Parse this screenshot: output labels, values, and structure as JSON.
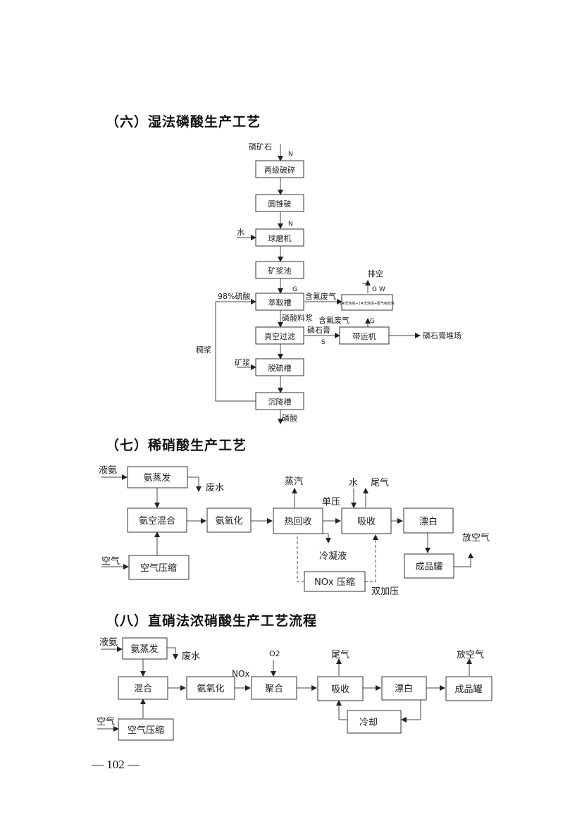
{
  "sections": [
    {
      "title": "（六）湿法磷酸生产工艺",
      "boxes": [
        "两级破碎",
        "圆锥破",
        "球磨机",
        "矿浆池",
        "萃取槽",
        "真空过滤",
        "脱硫槽",
        "沉降槽",
        "带运机",
        "1#洗涤塔+2#洗涤塔+尾气吸收塔"
      ],
      "labels": [
        "磷矿石",
        "N",
        "N",
        "水",
        "98%硫酸",
        "G",
        "含氟废气",
        "排空",
        "G W",
        "磷酸料浆",
        "含氟废气",
        "G",
        "磷石膏",
        "S",
        "磷石膏堆场",
        "稠浆",
        "矿浆",
        "磷酸"
      ]
    },
    {
      "title": "（七）稀硝酸生产工艺",
      "boxes": [
        "氨蒸发",
        "氨空混合",
        "氨氧化",
        "热回收",
        "吸收",
        "漂白",
        "空气压缩",
        "成品罐",
        "NOx 压缩"
      ],
      "labels": [
        "液氨",
        "废水",
        "蒸汽",
        "水",
        "尾气",
        "单压",
        "空气",
        "冷凝液",
        "放空气",
        "双加压"
      ]
    },
    {
      "title": "（八）直硝法浓硝酸生产工艺流程",
      "boxes": [
        "氨蒸发",
        "混合",
        "氨氧化",
        "聚合",
        "吸收",
        "漂白",
        "成品罐",
        "空气压缩",
        "冷却"
      ],
      "labels": [
        "液氨",
        "废水",
        "NOx",
        "O2",
        "尾气",
        "放空气",
        "空气"
      ]
    }
  ],
  "page_number": "— 102 —"
}
